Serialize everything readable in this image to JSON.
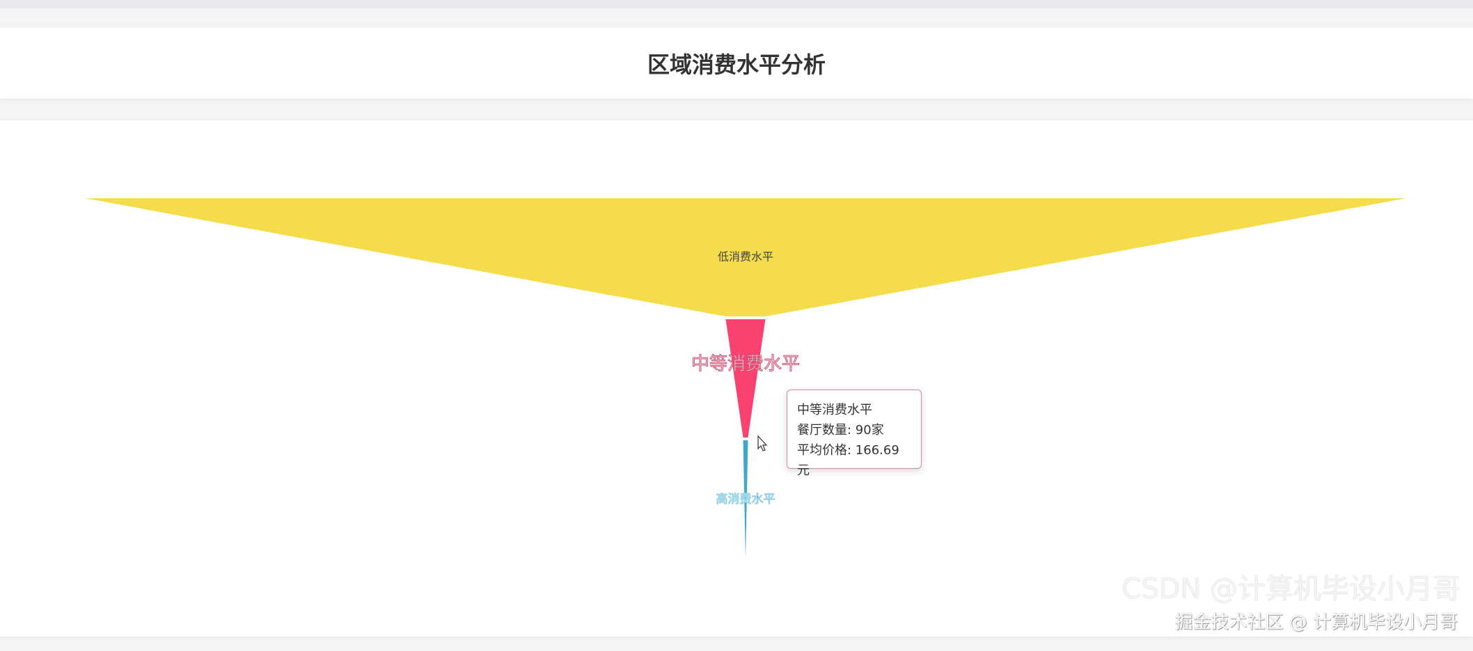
{
  "header": {
    "title": "区域消费水平分析"
  },
  "chart_data": {
    "type": "funnel",
    "title": "",
    "sort": "descending",
    "categories": [
      "低消费水平",
      "中等消费水平",
      "高消费水平"
    ],
    "values": [
      3000,
      90,
      11
    ],
    "colors": [
      "#f5dc4a",
      "#fa4270",
      "#3ea8cc"
    ],
    "highlighted": "中等消费水平"
  },
  "tooltip": {
    "name": "中等消费水平",
    "count_line": "餐厅数量: 90家",
    "price_line": "平均价格: 166.69元"
  },
  "watermark": {
    "front": "掘金技术社区 @ 计算机毕设小月哥",
    "back": "CSDN @计算机毕设小月哥"
  }
}
